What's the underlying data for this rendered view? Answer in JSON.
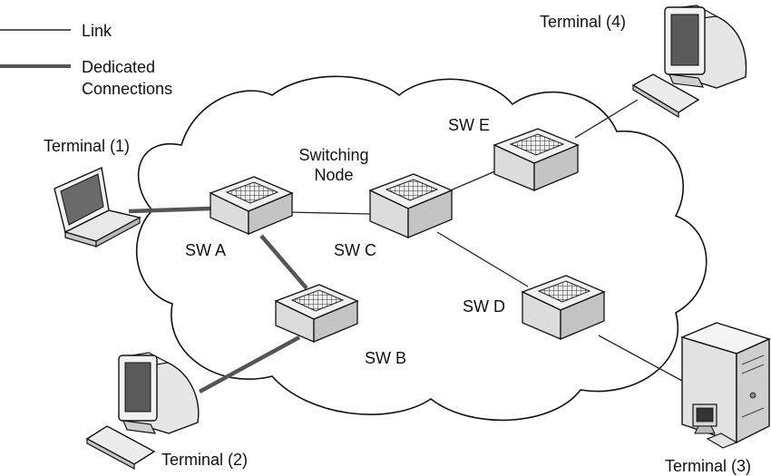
{
  "legend": {
    "link_label": "Link",
    "dedicated_label_line1": "Dedicated",
    "dedicated_label_line2": "Connections"
  },
  "nodes": {
    "switching_node_line1": "Switching",
    "switching_node_line2": "Node",
    "sw_a": "SW A",
    "sw_b": "SW B",
    "sw_c": "SW C",
    "sw_d": "SW D",
    "sw_e": "SW E"
  },
  "terminals": {
    "t1": "Terminal (1)",
    "t2": "Terminal (2)",
    "t3": "Terminal (3)",
    "t4": "Terminal (4)"
  },
  "colors": {
    "link": "#222222",
    "dedicated": "#555555",
    "cloud_stroke": "#111111",
    "device_fill": "#f2f2f2",
    "device_shade": "#bdbdbd",
    "screen": "#5a5a5a"
  }
}
